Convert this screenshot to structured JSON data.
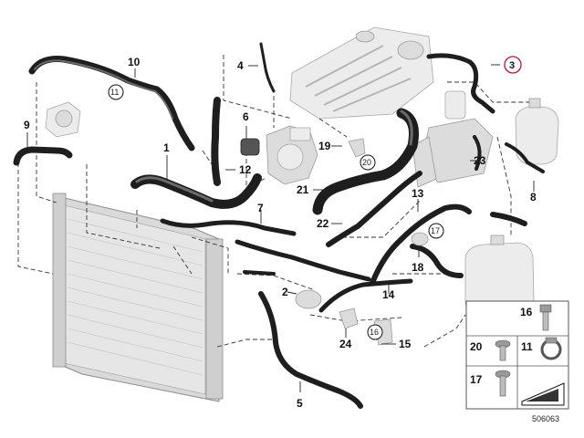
{
  "diagram": {
    "callouts": [
      "1",
      "2",
      "3",
      "4",
      "5",
      "6",
      "7",
      "8",
      "9",
      "10",
      "11",
      "12",
      "13",
      "14",
      "15",
      "16",
      "17",
      "18",
      "19",
      "20",
      "21",
      "22",
      "23",
      "24"
    ],
    "circled_refs": [
      "11",
      "16",
      "17",
      "20"
    ],
    "legend": {
      "items": [
        "16",
        "20",
        "11",
        "17"
      ]
    },
    "drawing_number": "506063",
    "highlight_color": "#c8102e"
  }
}
